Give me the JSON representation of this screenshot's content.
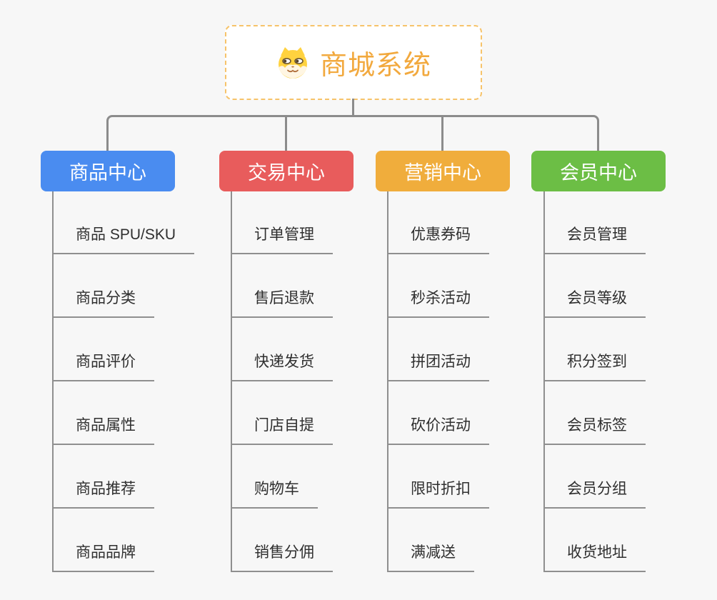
{
  "root": {
    "title": "商城系统",
    "icon": "dog-face-icon"
  },
  "branches": [
    {
      "label": "商品中心",
      "color": "#4a8cf0",
      "items": [
        "商品 SPU/SKU",
        "商品分类",
        "商品评价",
        "商品属性",
        "商品推荐",
        "商品品牌"
      ]
    },
    {
      "label": "交易中心",
      "color": "#e85c5c",
      "items": [
        "订单管理",
        "售后退款",
        "快递发货",
        "门店自提",
        "购物车",
        "销售分佣"
      ]
    },
    {
      "label": "营销中心",
      "color": "#f0ad3c",
      "items": [
        "优惠券码",
        "秒杀活动",
        "拼团活动",
        "砍价活动",
        "限时折扣",
        "满减送"
      ]
    },
    {
      "label": "会员中心",
      "color": "#6cbe45",
      "items": [
        "会员管理",
        "会员等级",
        "积分签到",
        "会员标签",
        "会员分组",
        "收货地址"
      ]
    }
  ],
  "colors": {
    "background": "#f7f7f7",
    "connector": "#8c8c8c",
    "line": "#8f8f8f",
    "root_accent": "#f2a93e",
    "root_border": "#f6c36a",
    "dog_yellow": "#ffd23f",
    "dog_cream": "#fff6e3"
  }
}
